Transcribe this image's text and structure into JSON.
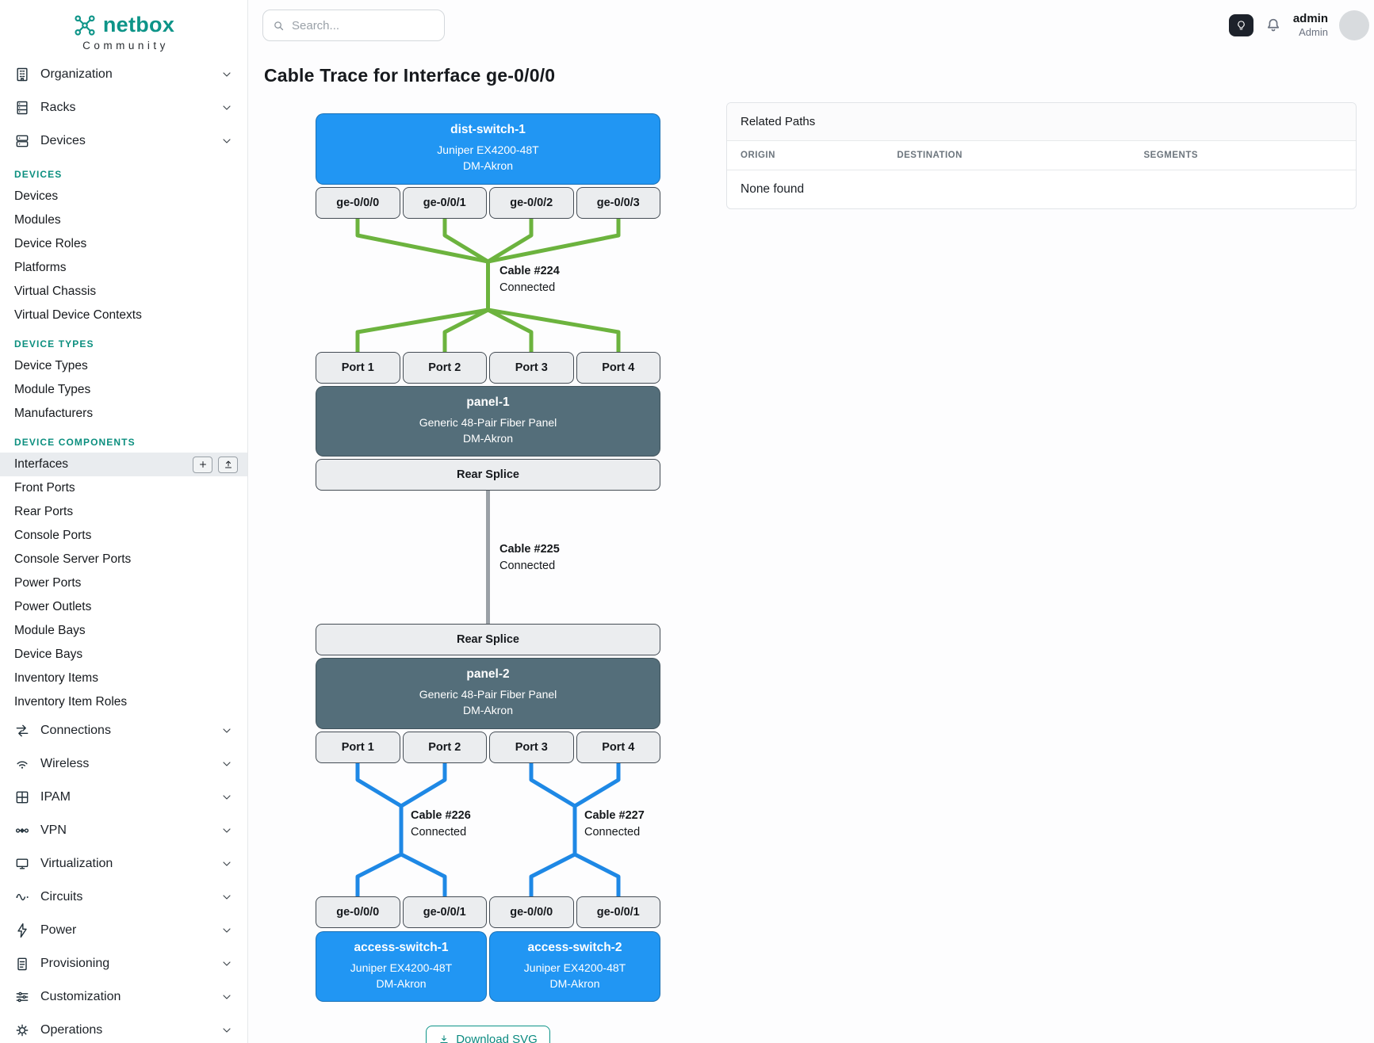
{
  "brand": {
    "name": "netbox",
    "tagline": "Community"
  },
  "header": {
    "search_placeholder": "Search...",
    "user_name": "admin",
    "user_role": "Admin"
  },
  "sidebar": {
    "groups_top": [
      "Organization",
      "Racks",
      "Devices"
    ],
    "sections": [
      {
        "title": "DEVICES",
        "items": [
          "Devices",
          "Modules",
          "Device Roles",
          "Platforms",
          "Virtual Chassis",
          "Virtual Device Contexts"
        ]
      },
      {
        "title": "DEVICE TYPES",
        "items": [
          "Device Types",
          "Module Types",
          "Manufacturers"
        ]
      },
      {
        "title": "DEVICE COMPONENTS",
        "items": [
          "Interfaces",
          "Front Ports",
          "Rear Ports",
          "Console Ports",
          "Console Server Ports",
          "Power Ports",
          "Power Outlets",
          "Module Bays",
          "Device Bays",
          "Inventory Items",
          "Inventory Item Roles"
        ]
      }
    ],
    "groups_bottom": [
      "Connections",
      "Wireless",
      "IPAM",
      "VPN",
      "Virtualization",
      "Circuits",
      "Power",
      "Provisioning",
      "Customization",
      "Operations"
    ]
  },
  "page": {
    "title": "Cable Trace for Interface ge-0/0/0"
  },
  "trace": {
    "dist_switch": {
      "name": "dist-switch-1",
      "model": "Juniper EX4200-48T",
      "site": "DM-Akron",
      "ports": [
        "ge-0/0/0",
        "ge-0/0/1",
        "ge-0/0/2",
        "ge-0/0/3"
      ]
    },
    "cable_224": {
      "name": "Cable #224",
      "status": "Connected"
    },
    "panel_1": {
      "name": "panel-1",
      "model": "Generic 48-Pair Fiber Panel",
      "site": "DM-Akron",
      "front_ports": [
        "Port 1",
        "Port 2",
        "Port 3",
        "Port 4"
      ],
      "rear_port": "Rear Splice"
    },
    "cable_225": {
      "name": "Cable #225",
      "status": "Connected"
    },
    "panel_2": {
      "name": "panel-2",
      "model": "Generic 48-Pair Fiber Panel",
      "site": "DM-Akron",
      "rear_port": "Rear Splice",
      "front_ports": [
        "Port 1",
        "Port 2",
        "Port 3",
        "Port 4"
      ]
    },
    "cable_226": {
      "name": "Cable #226",
      "status": "Connected"
    },
    "cable_227": {
      "name": "Cable #227",
      "status": "Connected"
    },
    "access_switch_1": {
      "name": "access-switch-1",
      "model": "Juniper EX4200-48T",
      "site": "DM-Akron",
      "ports": [
        "ge-0/0/0",
        "ge-0/0/1"
      ]
    },
    "access_switch_2": {
      "name": "access-switch-2",
      "model": "Juniper EX4200-48T",
      "site": "DM-Akron",
      "ports": [
        "ge-0/0/0",
        "ge-0/0/1"
      ]
    },
    "download_label": "Download SVG"
  },
  "related_paths": {
    "title": "Related Paths",
    "columns": [
      "ORIGIN",
      "DESTINATION",
      "SEGMENTS"
    ],
    "empty_text": "None found"
  },
  "colors": {
    "brand_teal": "#0d9488",
    "device_blue": "#2196f3",
    "panel_slate": "#546e7a",
    "cable_green": "#6cb33e",
    "cable_blue": "#1e88e5",
    "cable_gray": "#9aa0a6"
  }
}
